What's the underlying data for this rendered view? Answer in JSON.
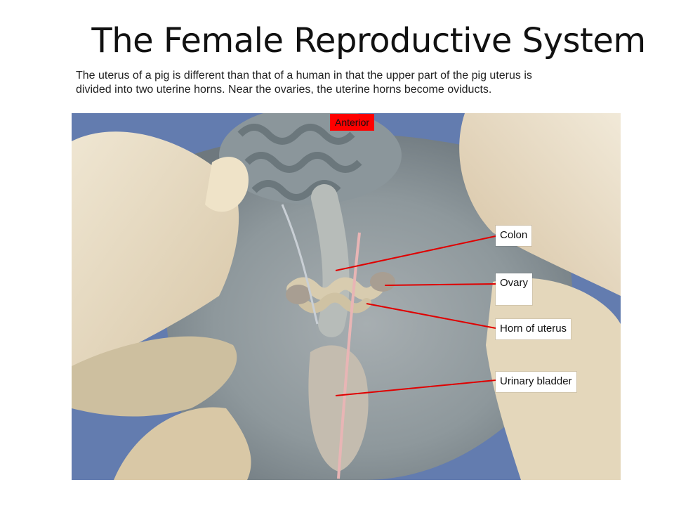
{
  "slide": {
    "title": "The Female Reproductive System",
    "caption_line1": "The uterus of a pig is different than that of a human in that the upper part of the pig uterus is",
    "caption_line2": "divided into two uterine horns. Near the ovaries, the uterine horns become oviducts."
  },
  "photo": {
    "orientation_label": "Anterior",
    "labels": {
      "colon": "Colon",
      "ovary": "Ovary",
      "horn_of_uterus": "Horn of uterus",
      "urinary_bladder": "Urinary bladder"
    },
    "colors": {
      "leader_line": "#e00000",
      "anterior_bg": "#ff0000",
      "tray_blue": "#6f86b4",
      "tissue": "#e7dcc4"
    }
  }
}
